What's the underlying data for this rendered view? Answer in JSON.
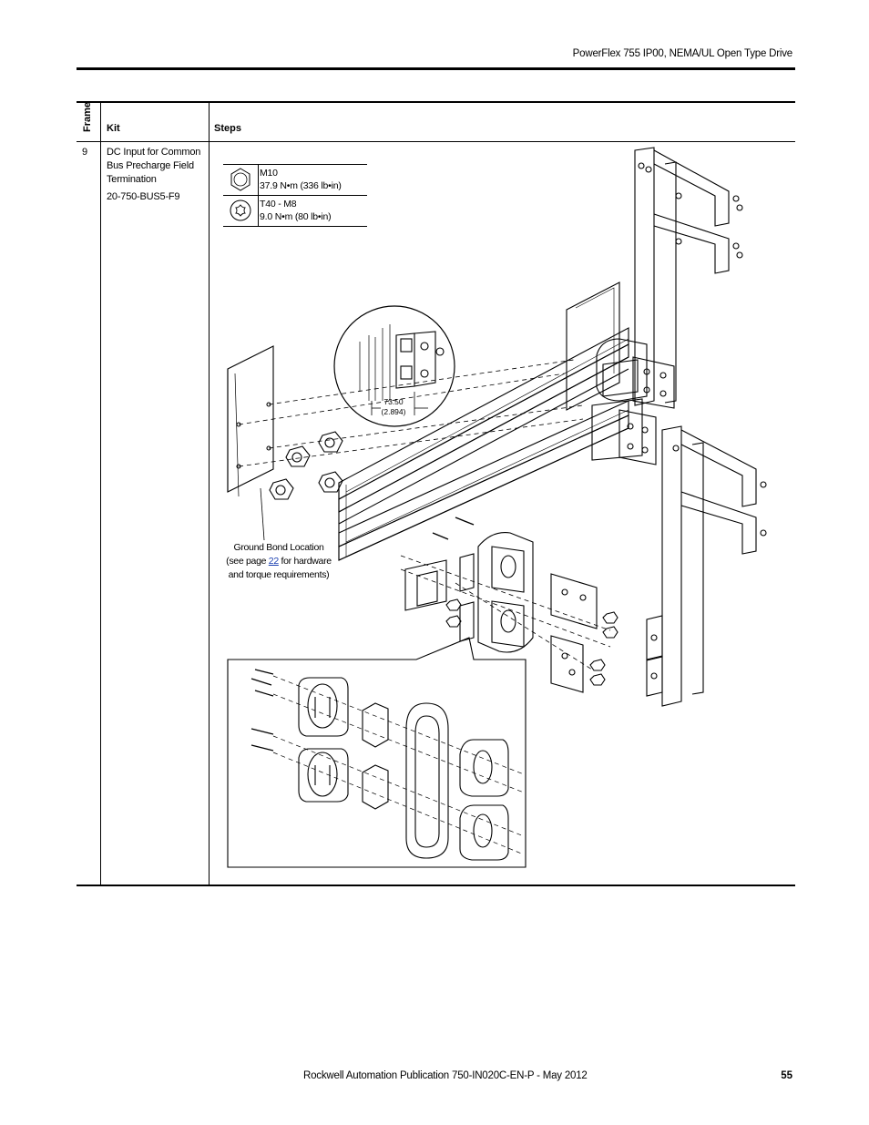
{
  "header": {
    "title": "PowerFlex 755 IP00, NEMA/UL Open Type Drive"
  },
  "table": {
    "headers": {
      "frame": "Frame",
      "kit": "Kit",
      "steps": "Steps"
    },
    "row": {
      "frame": "9",
      "kit_description": "DC Input for Common Bus Precharge Field Termination",
      "kit_catalog": "20-750-BUS5-F9"
    }
  },
  "torque_specs": [
    {
      "icon": "hex-nut-icon",
      "size": "M10",
      "torque": "37.9 N•m (336 lb•in)"
    },
    {
      "icon": "torx-t40-icon",
      "size": "T40 - M8",
      "torque": "9.0 N•m (80 lb•in)"
    }
  ],
  "diagram": {
    "dimension_mm": "73.50",
    "dimension_in": "(2.894)",
    "callout_line1": "Ground Bond Location",
    "callout_pre": "(see page ",
    "callout_page_link": "22",
    "callout_post": " for hardware",
    "callout_line3": "and torque requirements)"
  },
  "footer": {
    "publication": "Rockwell Automation Publication 750-IN020C-EN-P - May 2012",
    "page_number": "55"
  }
}
